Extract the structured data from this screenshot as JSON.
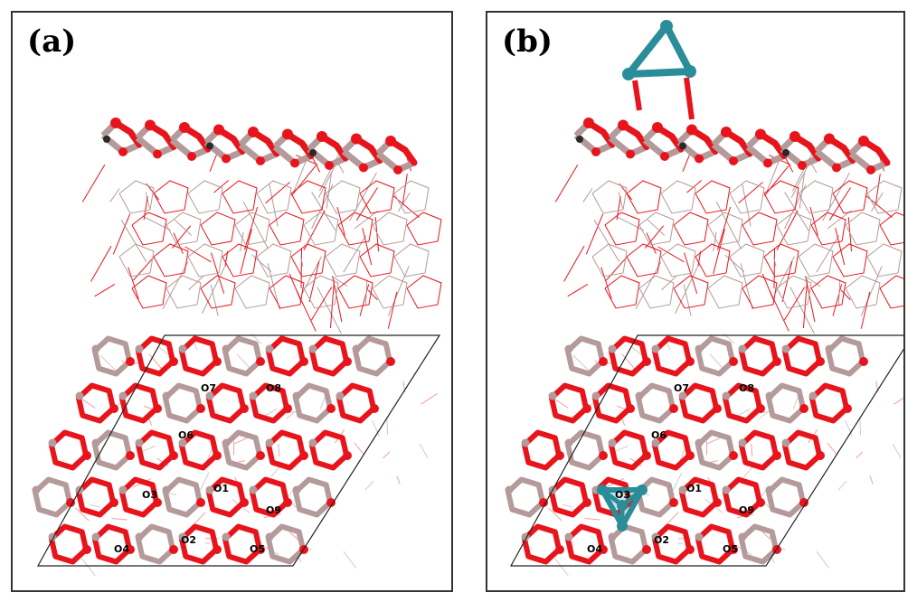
{
  "colors": {
    "oxygen": "#e8141c",
    "aluminum": "#b49a9a",
    "dark_atom": "#2a2a2a",
    "cluster": "#2a8d99",
    "cell_edge": "#222222",
    "frame": "#333333"
  },
  "panels": [
    {
      "label": "(a)",
      "has_cluster": false,
      "site_labels": [
        "O7",
        "O8",
        "O6",
        "O3",
        "O1",
        "O9",
        "O4",
        "O2",
        "O5"
      ]
    },
    {
      "label": "(b)",
      "has_cluster": true,
      "site_labels": [
        "O7",
        "O8",
        "O6",
        "O3",
        "O1",
        "O9",
        "O4",
        "O2",
        "O5"
      ]
    }
  ]
}
